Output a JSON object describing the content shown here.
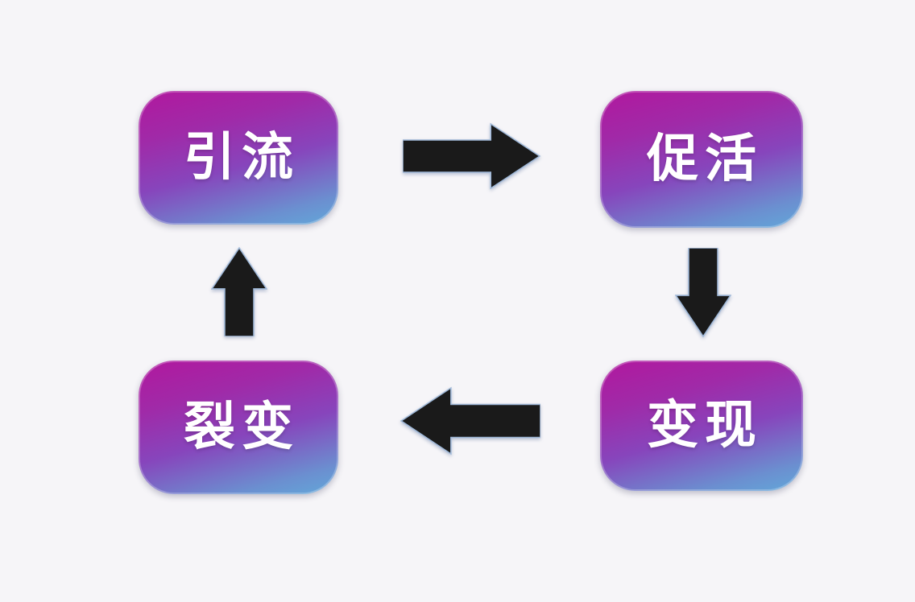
{
  "diagram": {
    "type": "cycle",
    "background_color": "#f6f5f8",
    "node_colors": {
      "gradient_top": "#b1189e",
      "gradient_mid": "#8745bc",
      "gradient_bottom": "#62a8d9",
      "text_color": "#ffffff"
    },
    "arrow_color": "#1a1a1a",
    "arrow_edge_color": "#9fb8d8",
    "nodes": [
      {
        "id": "traffic",
        "label": "引流",
        "position": "top-left"
      },
      {
        "id": "activate",
        "label": "促活",
        "position": "top-right"
      },
      {
        "id": "monetize",
        "label": "变现",
        "position": "bottom-right"
      },
      {
        "id": "fission",
        "label": "裂变",
        "position": "bottom-left"
      }
    ],
    "arrows": [
      {
        "from": "traffic",
        "to": "activate",
        "direction": "right"
      },
      {
        "from": "activate",
        "to": "monetize",
        "direction": "down"
      },
      {
        "from": "monetize",
        "to": "fission",
        "direction": "left"
      },
      {
        "from": "fission",
        "to": "traffic",
        "direction": "up"
      }
    ]
  }
}
